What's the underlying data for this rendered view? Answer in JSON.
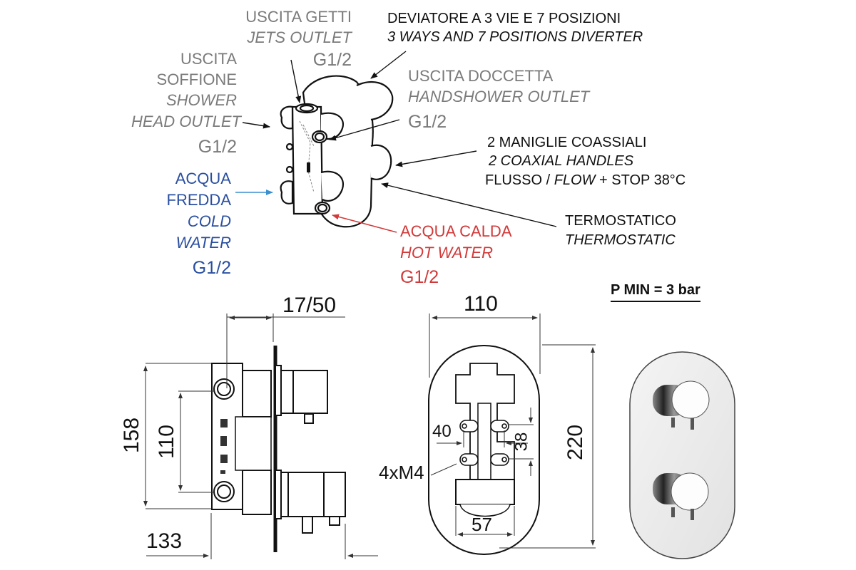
{
  "title_note": "",
  "labels": {
    "jets_outlet": {
      "it": "USCITA GETTI",
      "en": "JETS OUTLET",
      "thread": "G1/2"
    },
    "shower_head_outlet": {
      "it_1": "USCITA",
      "it_2": "SOFFIONE",
      "en_1": "SHOWER",
      "en_2": "HEAD OUTLET",
      "thread": "G1/2"
    },
    "diverter": {
      "it": "DEVIATORE A 3 VIE E 7 POSIZIONI",
      "en": "3 WAYS AND 7 POSITIONS DIVERTER"
    },
    "handshower_outlet": {
      "it": "USCITA DOCCETTA",
      "en": "HANDSHOWER OUTLET",
      "thread": "G1/2"
    },
    "handles": {
      "it": "2 MANIGLIE COASSIALI",
      "en": "2 COAXIAL HANDLES",
      "flow_it": "FLUSSO / ",
      "flow_en": "FLOW",
      "flow_rest": " + STOP 38°C"
    },
    "cold_water": {
      "it_1": "ACQUA",
      "it_2": "FREDDA",
      "en_1": "COLD",
      "en_2": "WATER",
      "thread": "G1/2"
    },
    "hot_water": {
      "it": "ACQUA CALDA",
      "en": "HOT WATER",
      "thread": "G1/2"
    },
    "thermostatic": {
      "it": "TERMOSTATICO",
      "en": "THERMOSTATIC"
    }
  },
  "pressure_note": "P MIN = 3 bar",
  "dimensions": {
    "side_depth_range": "17/50",
    "side_height_total": "158",
    "side_inlet_spacing": "110",
    "side_total_depth": "133",
    "front_width": "110",
    "front_height": "220",
    "front_hole_h_spacing": "40",
    "front_hole_v_spacing": "38",
    "front_screws": "4xM4",
    "front_body_width": "57"
  },
  "colors": {
    "grey_label": "#7a7a7a",
    "cold_blue": "#2a4fa0",
    "cold_arrow": "#3a8fd0",
    "hot_red": "#d23a3a",
    "line": "#111111"
  }
}
